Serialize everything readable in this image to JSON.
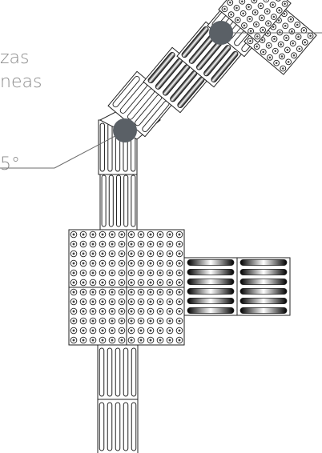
{
  "labels": {
    "line1": "zas",
    "line2": "neas",
    "angle": "5°"
  },
  "colors": {
    "stroke": "#222222",
    "callout": "#6e6e6e",
    "marker": "#5a6066",
    "label": "#8a8a8a"
  }
}
